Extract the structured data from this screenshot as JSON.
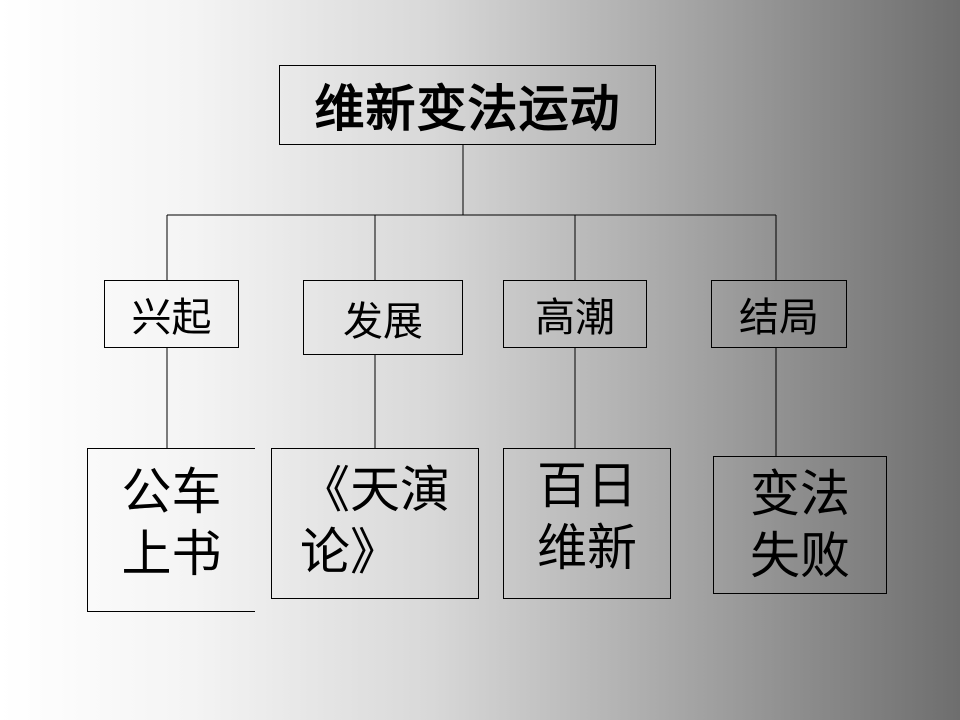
{
  "root": {
    "label": "维新变法运动"
  },
  "stages": [
    {
      "label": "兴起",
      "leaf": "公车\n上书"
    },
    {
      "label": "发展",
      "leaf": "《天演\n论》"
    },
    {
      "label": "高潮",
      "leaf": "百日\n维新"
    },
    {
      "label": "结局",
      "leaf": "变法\n失败"
    }
  ]
}
